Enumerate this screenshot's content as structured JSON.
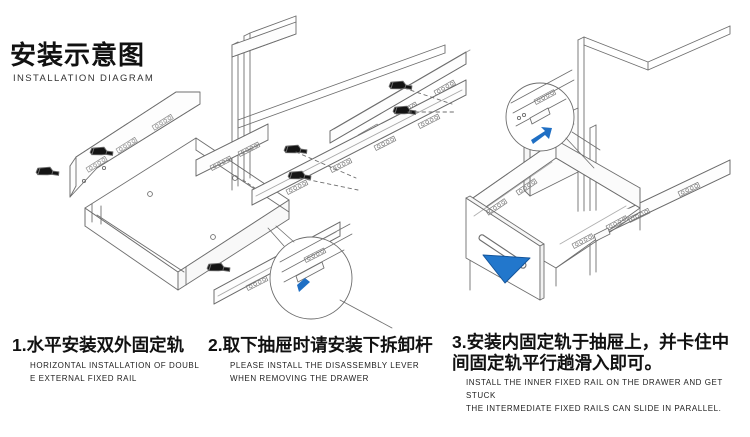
{
  "header": {
    "title_cn": "安装示意图",
    "title_en": "INSTALLATION DIAGRAM"
  },
  "steps": [
    {
      "number": "1.",
      "label_cn": "水平安装双外固定轨",
      "label_en_line1": "HORIZONTAL INSTALLATION OF DOUBL",
      "label_en_line2": "E EXTERNAL FIXED RAIL"
    },
    {
      "number": "2.",
      "label_cn": "取下抽屉时请安装下拆卸杆",
      "label_en_line1": "PLEASE INSTALL THE DISASSEMBLY LEVER",
      "label_en_line2": "WHEN REMOVING THE DRAWER"
    },
    {
      "number": "3.",
      "label_cn": "安装内固定轨于抽屉上，并卡住中间固定轨平行趟滑入即可。",
      "label_en_line1": "INSTALL THE INNER FIXED RAIL ON THE DRAWER AND GET STUCK",
      "label_en_line2": "THE INTERMEDIATE FIXED RAILS CAN SLIDE IN PARALLEL."
    }
  ],
  "diagram": {
    "type": "isometric-line-art",
    "panels": [
      {
        "name": "panel-1-cabinet-frame-with-outer-rails",
        "description": "Cabinet frame shown in isometric view with two outer fixed rails mounted horizontally and mounting screws aligned by dashed lines"
      },
      {
        "name": "panel-2-drawer-with-disassembly-lever",
        "description": "Drawer box with slide rails, screws and a magnified circular detail showing the disassembly lever with a blue arrow"
      },
      {
        "name": "panel-3-drawer-sliding-into-cabinet",
        "description": "Drawer with front handle sliding into the cabinet, large blue arrow showing insertion direction and a magnified circular detail of the inner rail latch"
      }
    ],
    "callouts": [
      {
        "name": "detail-circle-lever",
        "note": "magnified view of disassembly lever"
      },
      {
        "name": "detail-circle-latch",
        "note": "magnified view of inner rail latch"
      }
    ],
    "arrows": [
      {
        "name": "arrow-lever-press",
        "direction": "down-left",
        "color": "#1f6fc4"
      },
      {
        "name": "arrow-latch-push",
        "direction": "up-right",
        "color": "#1f6fc4"
      },
      {
        "name": "arrow-drawer-insert",
        "direction": "down-left",
        "color": "#2277cc"
      }
    ],
    "colors": {
      "line": "#6e6e6e",
      "line_dark": "#3a3a3a",
      "screw": "#1b1b1b",
      "accent_blue": "#2277cc",
      "accent_blue_dark": "#14559b",
      "background": "#ffffff"
    }
  }
}
